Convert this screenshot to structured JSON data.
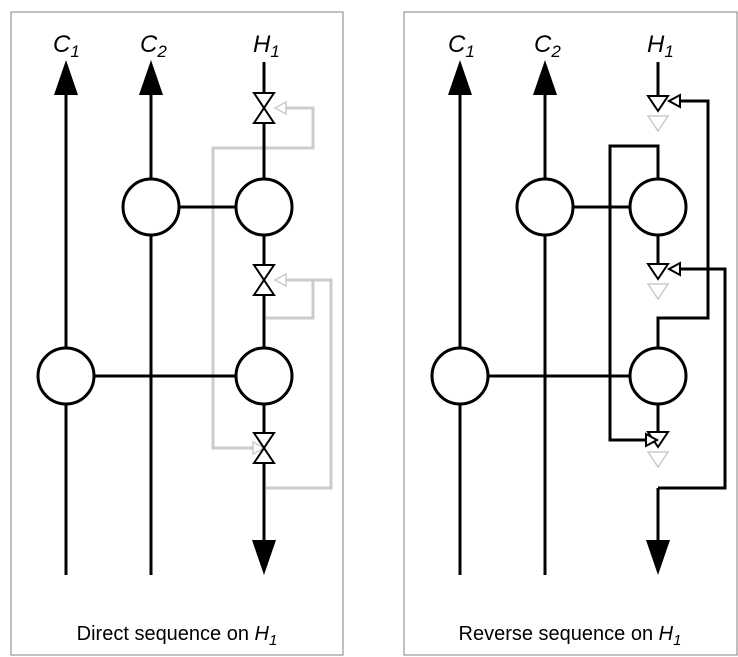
{
  "panels": [
    {
      "streams": [
        {
          "name": "C",
          "sub": "1"
        },
        {
          "name": "C",
          "sub": "2"
        },
        {
          "name": "H",
          "sub": "1"
        }
      ],
      "caption": {
        "text": "Direct sequence on ",
        "stream": "H",
        "sub": "1"
      }
    },
    {
      "streams": [
        {
          "name": "C",
          "sub": "1"
        },
        {
          "name": "C",
          "sub": "2"
        },
        {
          "name": "H",
          "sub": "1"
        }
      ],
      "caption": {
        "text": "Reverse sequence on ",
        "stream": "H",
        "sub": "1"
      }
    }
  ],
  "colors": {
    "line": "#000000",
    "bypass_inactive": "#cccccc",
    "border": "#808080",
    "background": "#ffffff"
  }
}
